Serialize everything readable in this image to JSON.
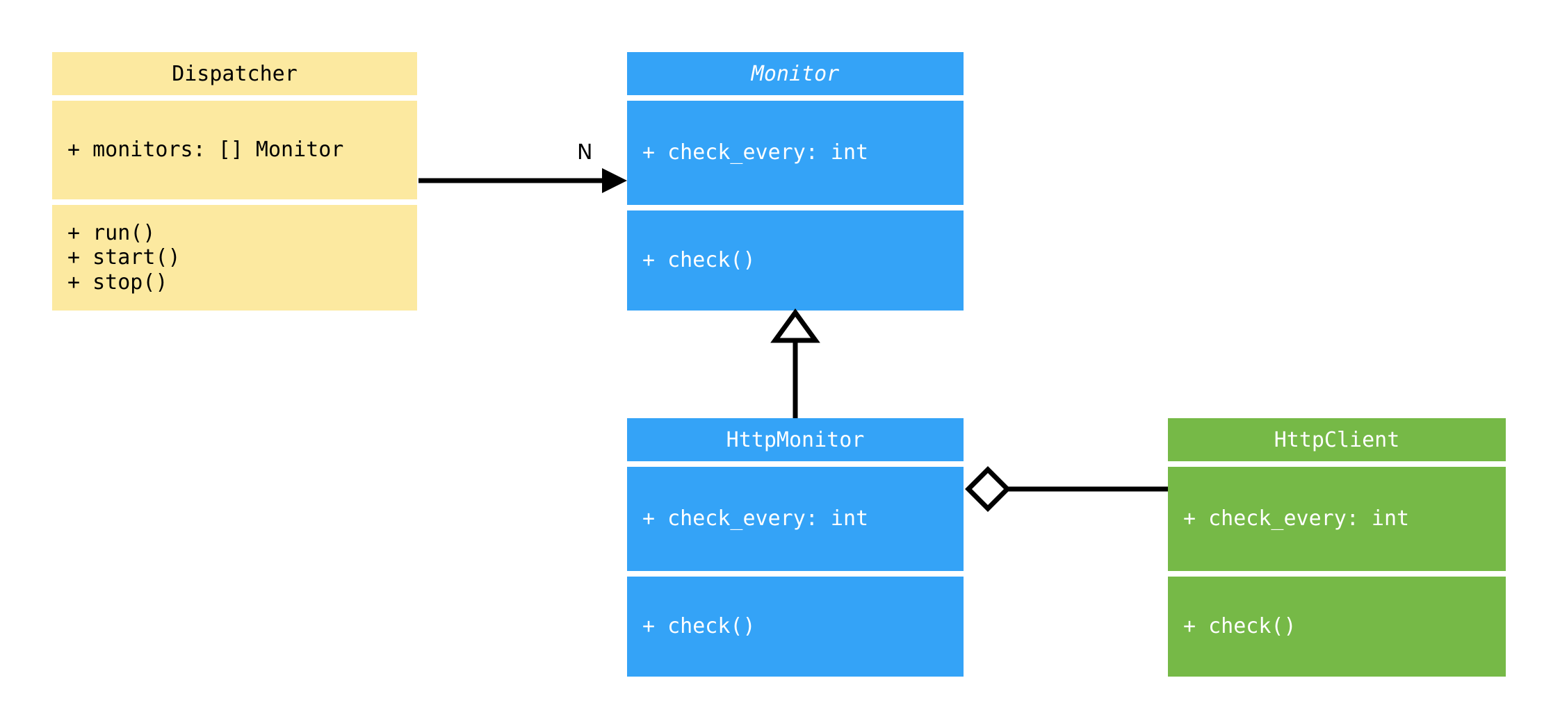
{
  "diagram": {
    "type": "uml-class-diagram",
    "background_color": "#ffffff",
    "palette": {
      "yellow": "#fce9a0",
      "blue": "#34a3f7",
      "green": "#76b947",
      "line": "#000000",
      "text_dark": "#000000",
      "text_light": "#ffffff"
    }
  },
  "classes": [
    {
      "id": "dispatcher",
      "name": "Dispatcher",
      "abstract": false,
      "color": "#fce9a0",
      "attributes": [
        "+ monitors: [] Monitor"
      ],
      "methods": [
        "+ run()",
        "+ start()",
        "+ stop()"
      ]
    },
    {
      "id": "monitor",
      "name": "Monitor",
      "abstract": true,
      "color": "#34a3f7",
      "attributes": [
        "+ check_every: int"
      ],
      "methods": [
        "+ check()"
      ]
    },
    {
      "id": "httpmonitor",
      "name": "HttpMonitor",
      "abstract": false,
      "color": "#34a3f7",
      "attributes": [
        "+ check_every: int"
      ],
      "methods": [
        "+ check()"
      ]
    },
    {
      "id": "httpclient",
      "name": "HttpClient",
      "abstract": false,
      "color": "#76b947",
      "attributes": [
        "+ check_every: int"
      ],
      "methods": [
        "+ check()"
      ]
    }
  ],
  "relationships": [
    {
      "id": "dispatcher-to-monitor",
      "type": "association",
      "from": "Dispatcher",
      "to": "Monitor",
      "arrow": "filled-arrowhead",
      "label": "N"
    },
    {
      "id": "httpmonitor-to-monitor",
      "type": "generalization",
      "from": "HttpMonitor",
      "to": "Monitor",
      "arrow": "hollow-triangle",
      "label": ""
    },
    {
      "id": "httpmonitor-to-httpclient",
      "type": "aggregation",
      "from": "HttpMonitor",
      "to": "HttpClient",
      "arrow": "hollow-diamond",
      "label": ""
    }
  ]
}
